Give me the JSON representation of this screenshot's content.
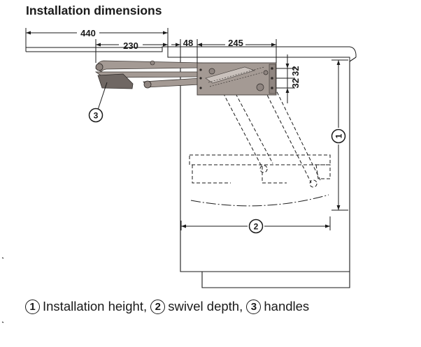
{
  "title": "Installation dimensions",
  "dimensions": {
    "d440": "440",
    "d230": "230",
    "d48": "48",
    "d245": "245",
    "d32a": "32",
    "d32b": "32"
  },
  "callouts": {
    "c1": "1",
    "c2": "2",
    "c3": "3"
  },
  "legend": {
    "n1": "1",
    "t1": "Installation height,",
    "n2": "2",
    "t2": "swivel depth,",
    "n3": "3",
    "t3": "handles"
  },
  "colors": {
    "line": "#1a1a1a",
    "mechanism": "#a49a94",
    "mechanism_dark": "#6f6763"
  }
}
